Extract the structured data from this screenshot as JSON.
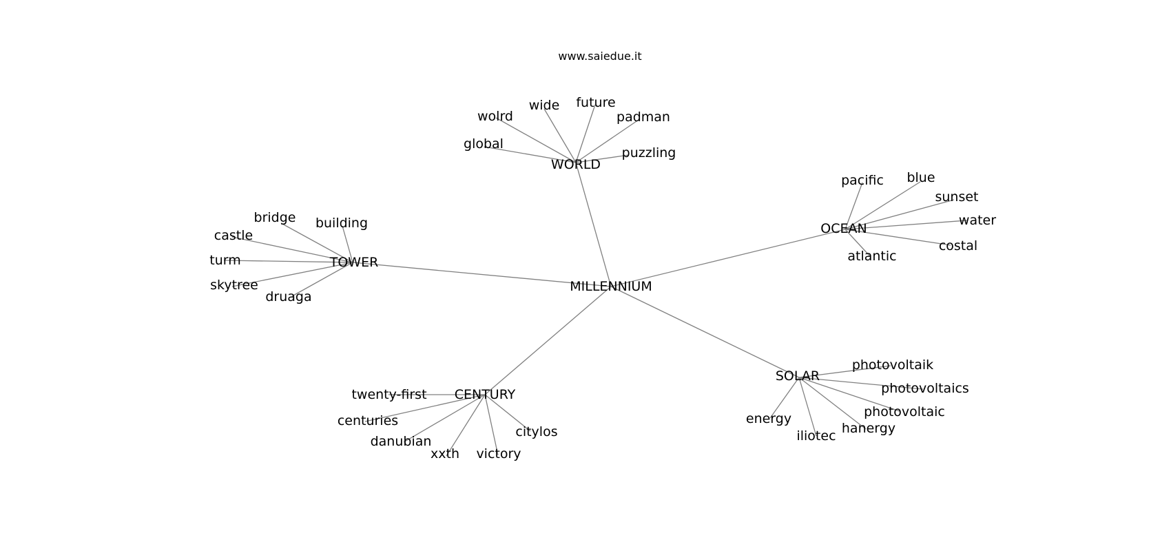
{
  "header": {
    "site": "www.saiedue.it"
  },
  "graph": {
    "root": "MILLENNIUM",
    "hubs": [
      {
        "id": "world",
        "label": "WORLD",
        "leaves": [
          {
            "id": "wolrd",
            "label": "wolrd"
          },
          {
            "id": "wide",
            "label": "wide"
          },
          {
            "id": "future",
            "label": "future"
          },
          {
            "id": "padman",
            "label": "padman"
          },
          {
            "id": "global",
            "label": "global"
          },
          {
            "id": "puzzling",
            "label": "puzzling"
          }
        ]
      },
      {
        "id": "ocean",
        "label": "OCEAN",
        "leaves": [
          {
            "id": "pacific",
            "label": "pacific"
          },
          {
            "id": "blue",
            "label": "blue"
          },
          {
            "id": "sunset",
            "label": "sunset"
          },
          {
            "id": "water",
            "label": "water"
          },
          {
            "id": "costal",
            "label": "costal"
          },
          {
            "id": "atlantic",
            "label": "atlantic"
          }
        ]
      },
      {
        "id": "tower",
        "label": "TOWER",
        "leaves": [
          {
            "id": "bridge",
            "label": "bridge"
          },
          {
            "id": "building",
            "label": "building"
          },
          {
            "id": "castle",
            "label": "castle"
          },
          {
            "id": "turm",
            "label": "turm"
          },
          {
            "id": "skytree",
            "label": "skytree"
          },
          {
            "id": "druaga",
            "label": "druaga"
          }
        ]
      },
      {
        "id": "century",
        "label": "CENTURY",
        "leaves": [
          {
            "id": "twenty-first",
            "label": "twenty-first"
          },
          {
            "id": "centuries",
            "label": "centuries"
          },
          {
            "id": "danubian",
            "label": "danubian"
          },
          {
            "id": "xxth",
            "label": "xxth"
          },
          {
            "id": "victory",
            "label": "victory"
          },
          {
            "id": "citylos",
            "label": "citylos"
          }
        ]
      },
      {
        "id": "solar",
        "label": "SOLAR",
        "leaves": [
          {
            "id": "photovoltaik",
            "label": "photovoltaik"
          },
          {
            "id": "photovoltaics",
            "label": "photovoltaics"
          },
          {
            "id": "photovoltaic",
            "label": "photovoltaic"
          },
          {
            "id": "hanergy",
            "label": "hanergy"
          },
          {
            "id": "iliotec",
            "label": "iliotec"
          },
          {
            "id": "energy",
            "label": "energy"
          }
        ]
      }
    ]
  }
}
